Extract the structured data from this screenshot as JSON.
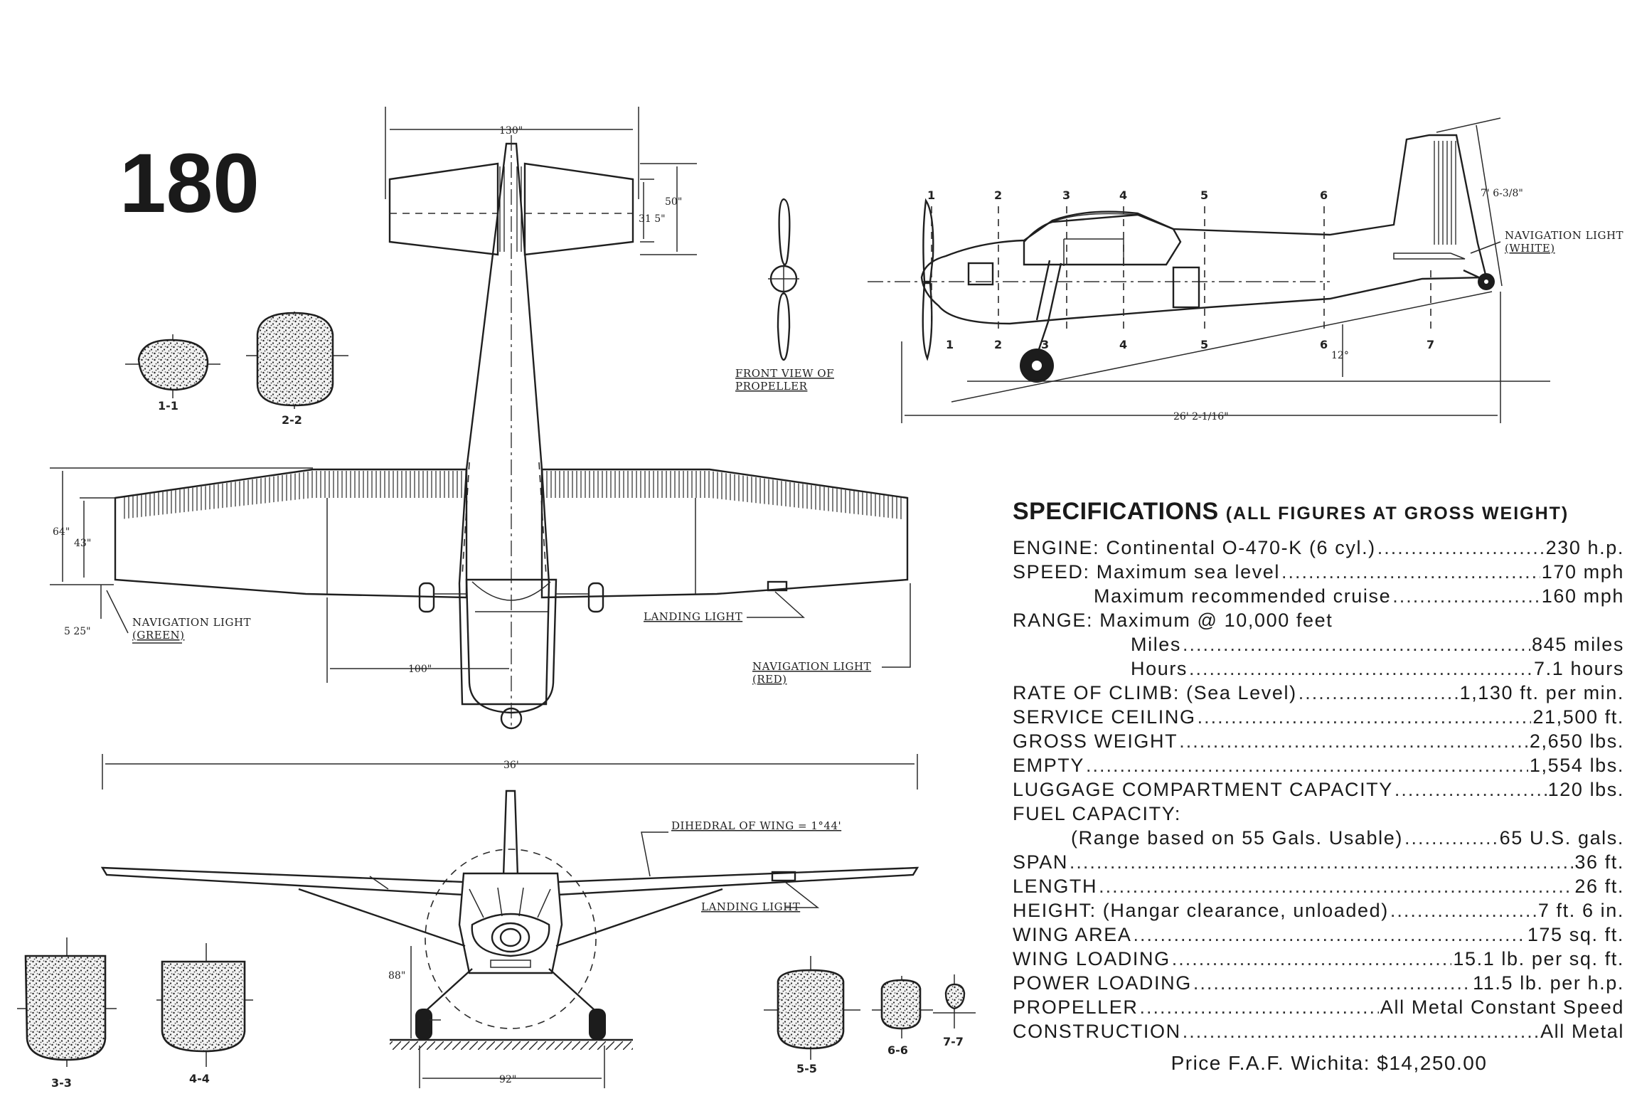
{
  "model_label": "180",
  "section_labels": [
    "1-1",
    "2-2",
    "3-3",
    "4-4",
    "5-5",
    "6-6",
    "7-7"
  ],
  "station_numbers": [
    "1",
    "2",
    "3",
    "4",
    "5",
    "6",
    "7"
  ],
  "callouts": {
    "nav_light_green": [
      "NAVIGATION LIGHT",
      "(GREEN)"
    ],
    "nav_light_red": [
      "NAVIGATION LIGHT",
      "(RED)"
    ],
    "nav_light_white": [
      "NAVIGATION LIGHT",
      "(WHITE)"
    ],
    "landing_light": "LANDING LIGHT",
    "landing_light_front": "LANDING LIGHT",
    "front_view_propeller": [
      "FRONT VIEW OF",
      "PROPELLER"
    ],
    "dihedral": "DIHEDRAL OF WING = 1°44'"
  },
  "dimensions": {
    "tail_span": "130\"",
    "tail_chord_outer": "50\"",
    "tail_chord_inner": "31 5\"",
    "wing_chord_root": "64\"",
    "wing_chord_tip": "43\"",
    "wing_offset": "5 25\"",
    "wing_station": "100\"",
    "span": "36'",
    "height": "7' 6-3/8\"",
    "length": "26' 2-1/16\"",
    "ground_angle": "12°",
    "gear_height": "88\"",
    "tread": "92\""
  },
  "specs": {
    "title": "SPECIFICATIONS",
    "subtitle": "(ALL FIGURES AT GROSS WEIGHT)",
    "rows": [
      {
        "key": "ENGINE: Continental O-470-K (6 cyl.)",
        "value": "230 h.p.",
        "indent": 0,
        "dots": true
      },
      {
        "key": "SPEED: Maximum sea level",
        "value": "170 mph",
        "indent": 0,
        "dots": true
      },
      {
        "key": "Maximum recommended cruise",
        "value": "160 mph",
        "indent": 1,
        "dots": true
      },
      {
        "key": "RANGE: Maximum @ 10,000 feet",
        "value": "",
        "indent": 0,
        "dots": false
      },
      {
        "key": "Miles",
        "value": "845 miles",
        "indent": 2,
        "dots": true
      },
      {
        "key": "Hours",
        "value": "7.1 hours",
        "indent": 2,
        "dots": true
      },
      {
        "key": "RATE OF CLIMB: (Sea Level)",
        "value": "1,130 ft. per min.",
        "indent": 0,
        "dots": true
      },
      {
        "key": "SERVICE CEILING",
        "value": "21,500 ft.",
        "indent": 0,
        "dots": true
      },
      {
        "key": "GROSS WEIGHT",
        "value": "2,650 lbs.",
        "indent": 0,
        "dots": true
      },
      {
        "key": "EMPTY",
        "value": "1,554 lbs.",
        "indent": 0,
        "dots": true
      },
      {
        "key": "LUGGAGE COMPARTMENT CAPACITY",
        "value": "120 lbs.",
        "indent": 0,
        "dots": true
      },
      {
        "key": "FUEL CAPACITY:",
        "value": "",
        "indent": 0,
        "dots": false
      },
      {
        "key": "(Range based on 55 Gals. Usable)",
        "value": "65 U.S. gals.",
        "indent": 3,
        "dots": true
      },
      {
        "key": "SPAN",
        "value": "36 ft.",
        "indent": 0,
        "dots": true
      },
      {
        "key": "LENGTH",
        "value": "26 ft.",
        "indent": 0,
        "dots": true
      },
      {
        "key": "HEIGHT: (Hangar clearance, unloaded)",
        "value": "7 ft. 6 in.",
        "indent": 0,
        "dots": true
      },
      {
        "key": "WING AREA",
        "value": "175 sq. ft.",
        "indent": 0,
        "dots": true
      },
      {
        "key": "WING LOADING",
        "value": "15.1 lb. per sq. ft.",
        "indent": 0,
        "dots": true
      },
      {
        "key": "POWER LOADING",
        "value": "11.5 lb. per h.p.",
        "indent": 0,
        "dots": true
      },
      {
        "key": "PROPELLER",
        "value": "All Metal Constant Speed",
        "indent": 0,
        "dots": true
      },
      {
        "key": "CONSTRUCTION",
        "value": "All Metal",
        "indent": 0,
        "dots": true
      }
    ],
    "price": "Price F.A.F. Wichita: $14,250.00"
  }
}
